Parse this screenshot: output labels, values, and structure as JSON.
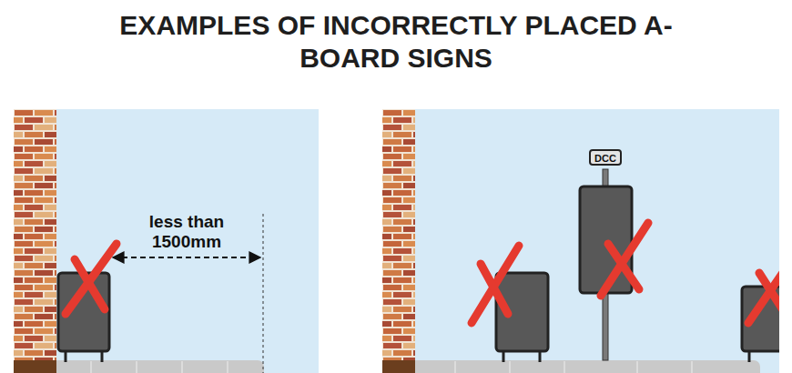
{
  "diagram": {
    "title": "EXAMPLES OF INCORRECTLY PLACED A-BOARD SIGNS",
    "nodes": [
      {
        "text": [
          "DCC"
        ]
      }
    ],
    "labels": [
      "less than 1500mm"
    ]
  }
}
